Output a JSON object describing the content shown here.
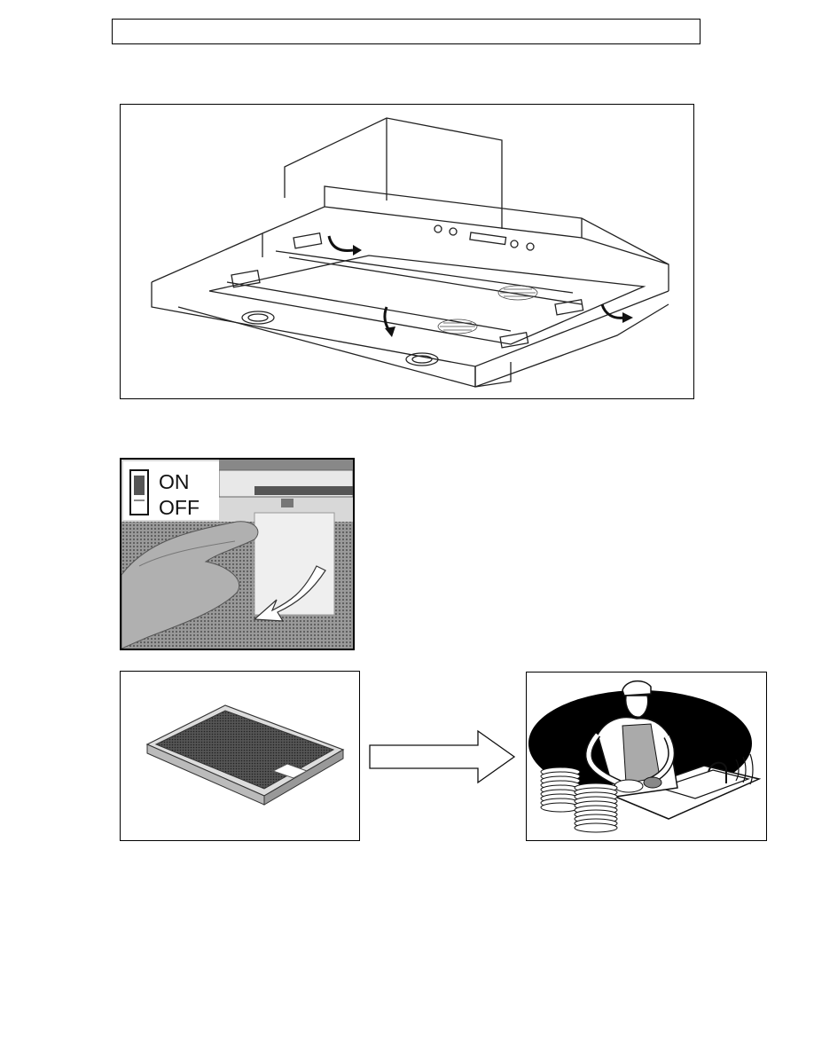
{
  "header": {
    "title": ""
  },
  "switch": {
    "on_label": "ON",
    "off_label": "OFF"
  },
  "figures": {
    "hood": {
      "icon": "range-hood-illustration"
    },
    "filter_removal": {
      "icon": "filter-removal-photo"
    },
    "grease_filter": {
      "icon": "metal-grease-filter"
    },
    "arrow": {
      "icon": "right-arrow-icon"
    },
    "washing": {
      "icon": "dishwashing-person-illustration"
    }
  }
}
